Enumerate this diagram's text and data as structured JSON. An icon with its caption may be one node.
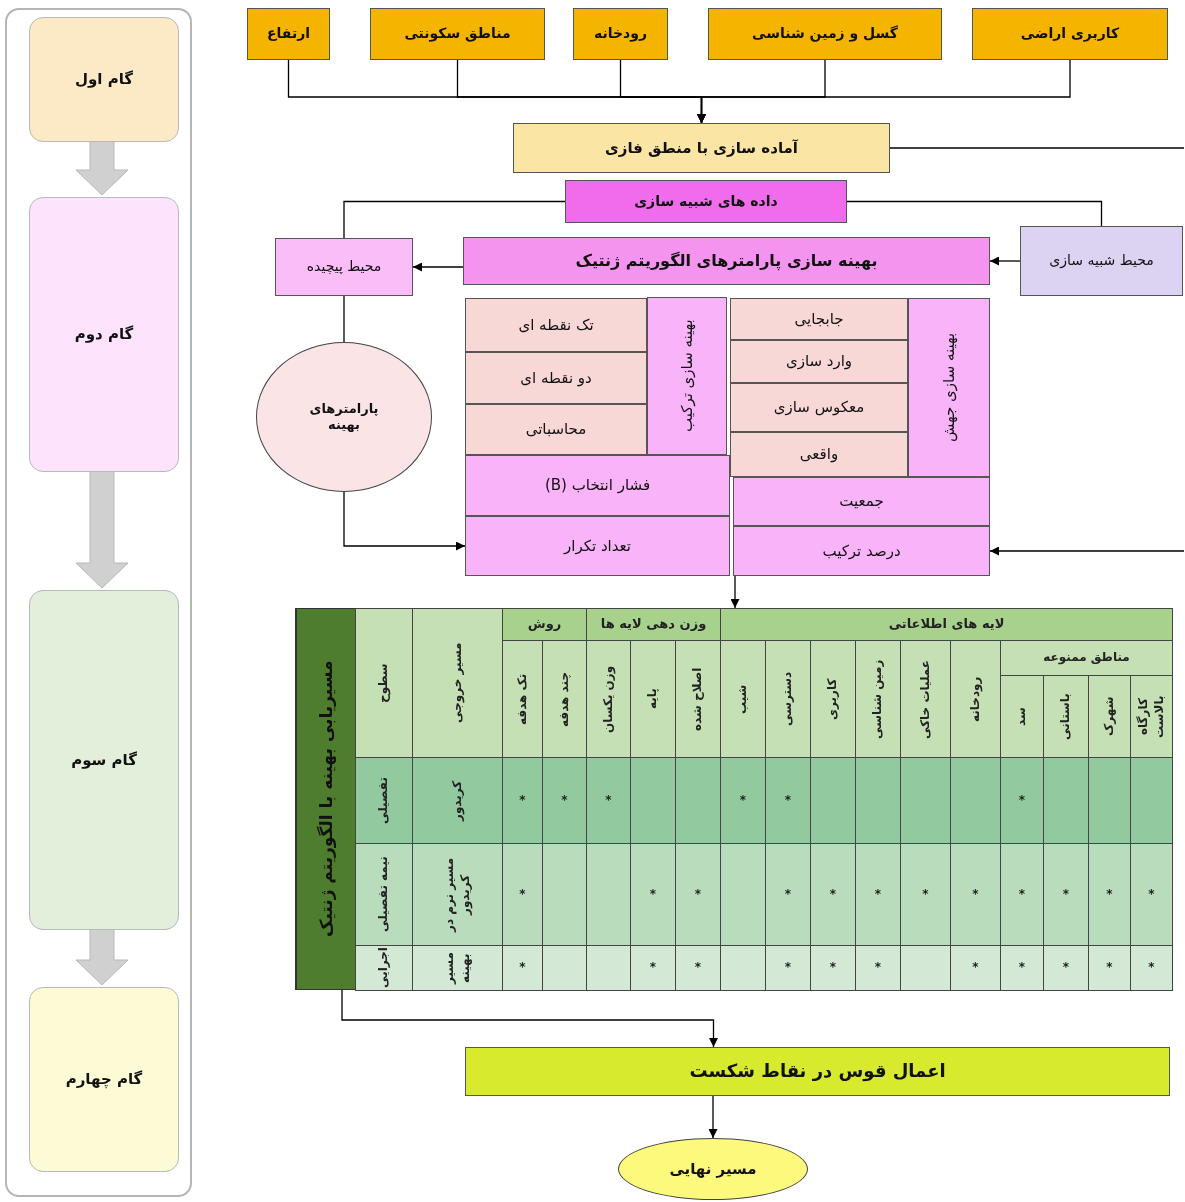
{
  "diagram": {
    "nodes": [
      {
        "text": [],
        "shape": "box"
      },
      {
        "text": [
          "گام اول"
        ],
        "in": 0
      },
      {
        "text": [
          "گام دوم"
        ],
        "in": 0
      },
      {
        "text": [
          "گام سوم"
        ],
        "in": 0
      },
      {
        "text": [
          "گام چهارم"
        ],
        "in": 0
      },
      {
        "text": [
          "کاربری اراضی"
        ]
      },
      {
        "text": [
          "گسل و زمین شناسی"
        ]
      },
      {
        "text": [
          "رودخانه"
        ]
      },
      {
        "text": [
          "مناطق سکونتی"
        ]
      },
      {
        "text": [
          "ارتفاع"
        ]
      },
      {
        "text": [
          "آماده سازی با منطق فازی"
        ]
      },
      {
        "text": [
          "داده های شبیه سازی"
        ]
      },
      {
        "text": [
          "محیط شبیه سازی"
        ]
      },
      {
        "text": [
          "بهینه سازی پارامترهای الگوریتم ژنتیک"
        ]
      },
      {
        "text": [
          "محیط پیچیده"
        ]
      },
      {
        "text": [
          "پارامترهای بهینه"
        ]
      },
      {
        "text": [
          "بهینه سازی جهش"
        ]
      },
      {
        "text": [
          "جابجایی"
        ]
      },
      {
        "text": [
          "وارد سازی"
        ]
      },
      {
        "text": [
          "معکوس سازی"
        ]
      },
      {
        "text": [
          "واقعی"
        ]
      },
      {
        "text": [
          "بهینه سازی ترکیب"
        ]
      },
      {
        "text": [
          "تک نقطه ای"
        ]
      },
      {
        "text": [
          "دو نقطه ای"
        ]
      },
      {
        "text": [
          "محاسباتی"
        ]
      },
      {
        "text": [
          "جمعیت"
        ]
      },
      {
        "text": [
          "فشار انتخاب (B)"
        ]
      },
      {
        "text": [
          "درصد ترکیب"
        ]
      },
      {
        "text": [
          "تعداد تکرار"
        ]
      },
      {
        "text": [
          "مسیریابی بهینه با الگوریتم ژنتیک"
        ]
      },
      {
        "text": [
          "اعمال قوس در نقاط شکست"
        ]
      },
      {
        "text": [
          "مسیر نهایی"
        ]
      }
    ],
    "edges": [
      {
        "from": 1,
        "to": 2,
        "arrow": "to",
        "style": "thick",
        "color": "#d0d0d0"
      },
      {
        "from": 2,
        "to": 3,
        "arrow": "to",
        "style": "thick",
        "color": "#d0d0d0"
      },
      {
        "from": 3,
        "to": 4,
        "arrow": "to",
        "style": "thick",
        "color": "#d0d0d0"
      },
      {
        "from": 5,
        "to": 10,
        "arrow": "to"
      },
      {
        "from": 6,
        "to": 10,
        "arrow": "to"
      },
      {
        "from": 7,
        "to": 10,
        "arrow": "to"
      },
      {
        "from": 8,
        "to": 10,
        "arrow": "to"
      },
      {
        "from": 9,
        "to": 10,
        "arrow": "to"
      },
      {
        "from": 11,
        "to": 14,
        "arrow": "none"
      },
      {
        "from": 11,
        "to": 12,
        "arrow": "none"
      },
      {
        "from": 12,
        "to": 13,
        "arrow": "to"
      },
      {
        "from": 13,
        "to": 14,
        "arrow": "to"
      },
      {
        "from": 14,
        "to": 15,
        "arrow": "none"
      },
      {
        "from": 15,
        "to": 28,
        "arrow": "to"
      },
      {
        "from": 10,
        "to": null,
        "arrow": "none"
      },
      {
        "from": null,
        "to": 27,
        "arrow": "to"
      },
      {
        "from": 27,
        "to": 29,
        "arrow": "to"
      },
      {
        "from": 29,
        "to": 30,
        "arrow": "to"
      },
      {
        "from": 30,
        "to": 31,
        "arrow": "to"
      }
    ],
    "labels": [
      "لایه های اطلاعاتی",
      "وزن دهی لایه ها",
      "روش",
      "مسیر خروجی",
      "سطوح",
      "مناطق ممنوعه",
      "رودخانه",
      "عملیات خاکی",
      "زمین شناسی",
      "کاربری",
      "دسترسی",
      "شیب",
      "اصلاح شده",
      "پایه",
      "وزن یکسان",
      "چند هدفه",
      "تک هدفه",
      "کارگاه بالاست",
      "شهرک",
      "باستانی",
      "سد",
      "*",
      "*",
      "*",
      "*",
      "*",
      "*",
      "کریدور",
      "تفصیلی",
      "*",
      "*",
      "*",
      "*",
      "*",
      "*",
      "*",
      "*",
      "*",
      "*",
      "*",
      "*",
      "مسیر نرم در کریدور",
      "نیمه تفصیلی",
      "*",
      "*",
      "*",
      "*",
      "*",
      "*",
      "*",
      "*",
      "*",
      "*",
      "*",
      "مسیر بهینه",
      "اجرایی"
    ]
  }
}
